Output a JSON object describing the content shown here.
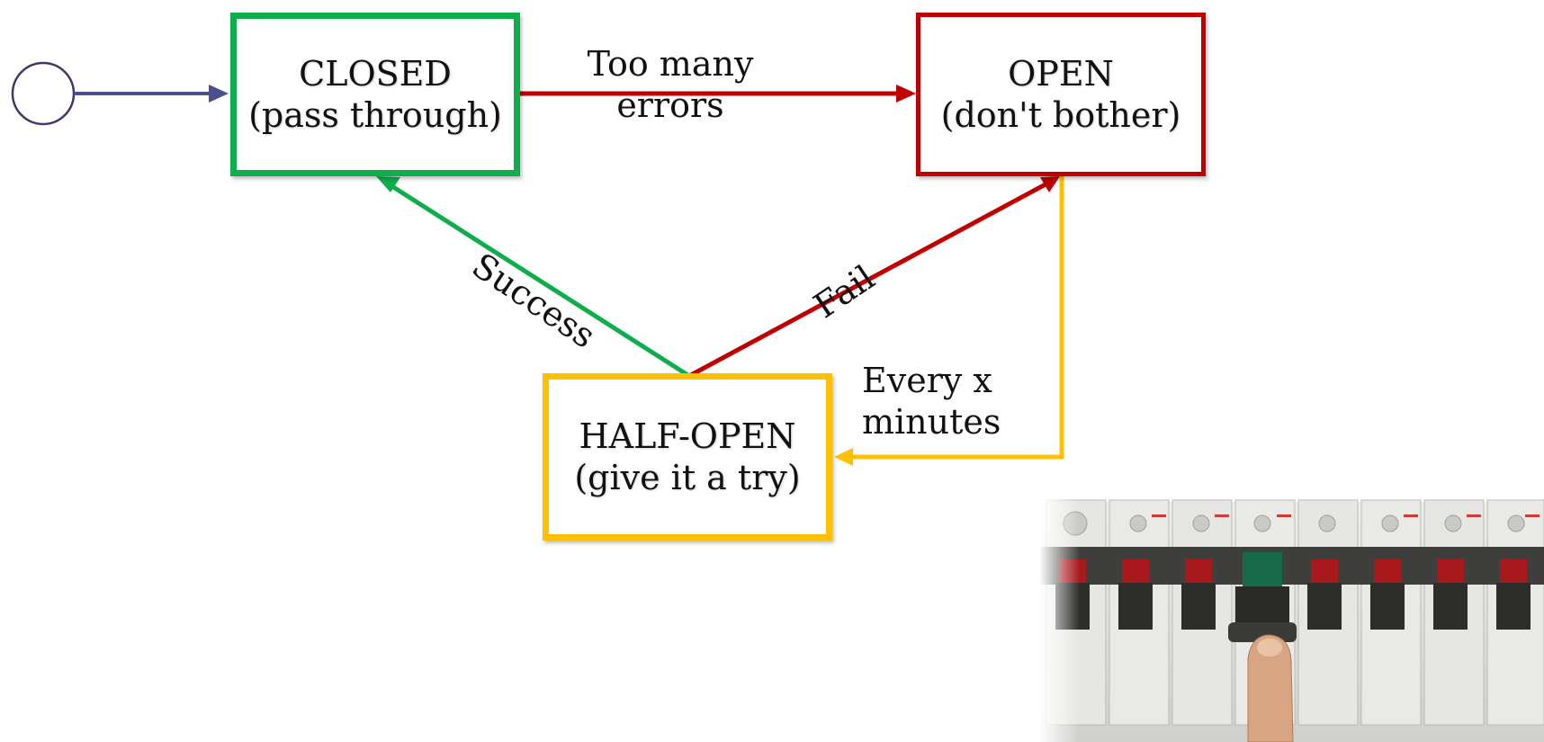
{
  "states": {
    "closed": {
      "line1": "CLOSED",
      "line2": "(pass through)",
      "color": "#0fae4c"
    },
    "open": {
      "line1": "OPEN",
      "line2": "(don't bother)",
      "color": "#c00000"
    },
    "half_open": {
      "line1": "HALF-OPEN",
      "line2": "(give it a try)",
      "color": "#ffc000"
    }
  },
  "transitions": {
    "too_many_errors": {
      "line1": "Too many",
      "line2": "errors",
      "color": "#c00000"
    },
    "success": {
      "label": "Success",
      "color": "#0fae4c"
    },
    "fail": {
      "label": "Fail",
      "color": "#c00000"
    },
    "every_x_minutes": {
      "line1": "Every x",
      "line2": "minutes",
      "color": "#ffc000"
    }
  },
  "initial": {
    "color": "#4b4f8c",
    "icon": "initial-state-circle"
  },
  "photo": {
    "icon": "circuit-breaker-photo"
  }
}
